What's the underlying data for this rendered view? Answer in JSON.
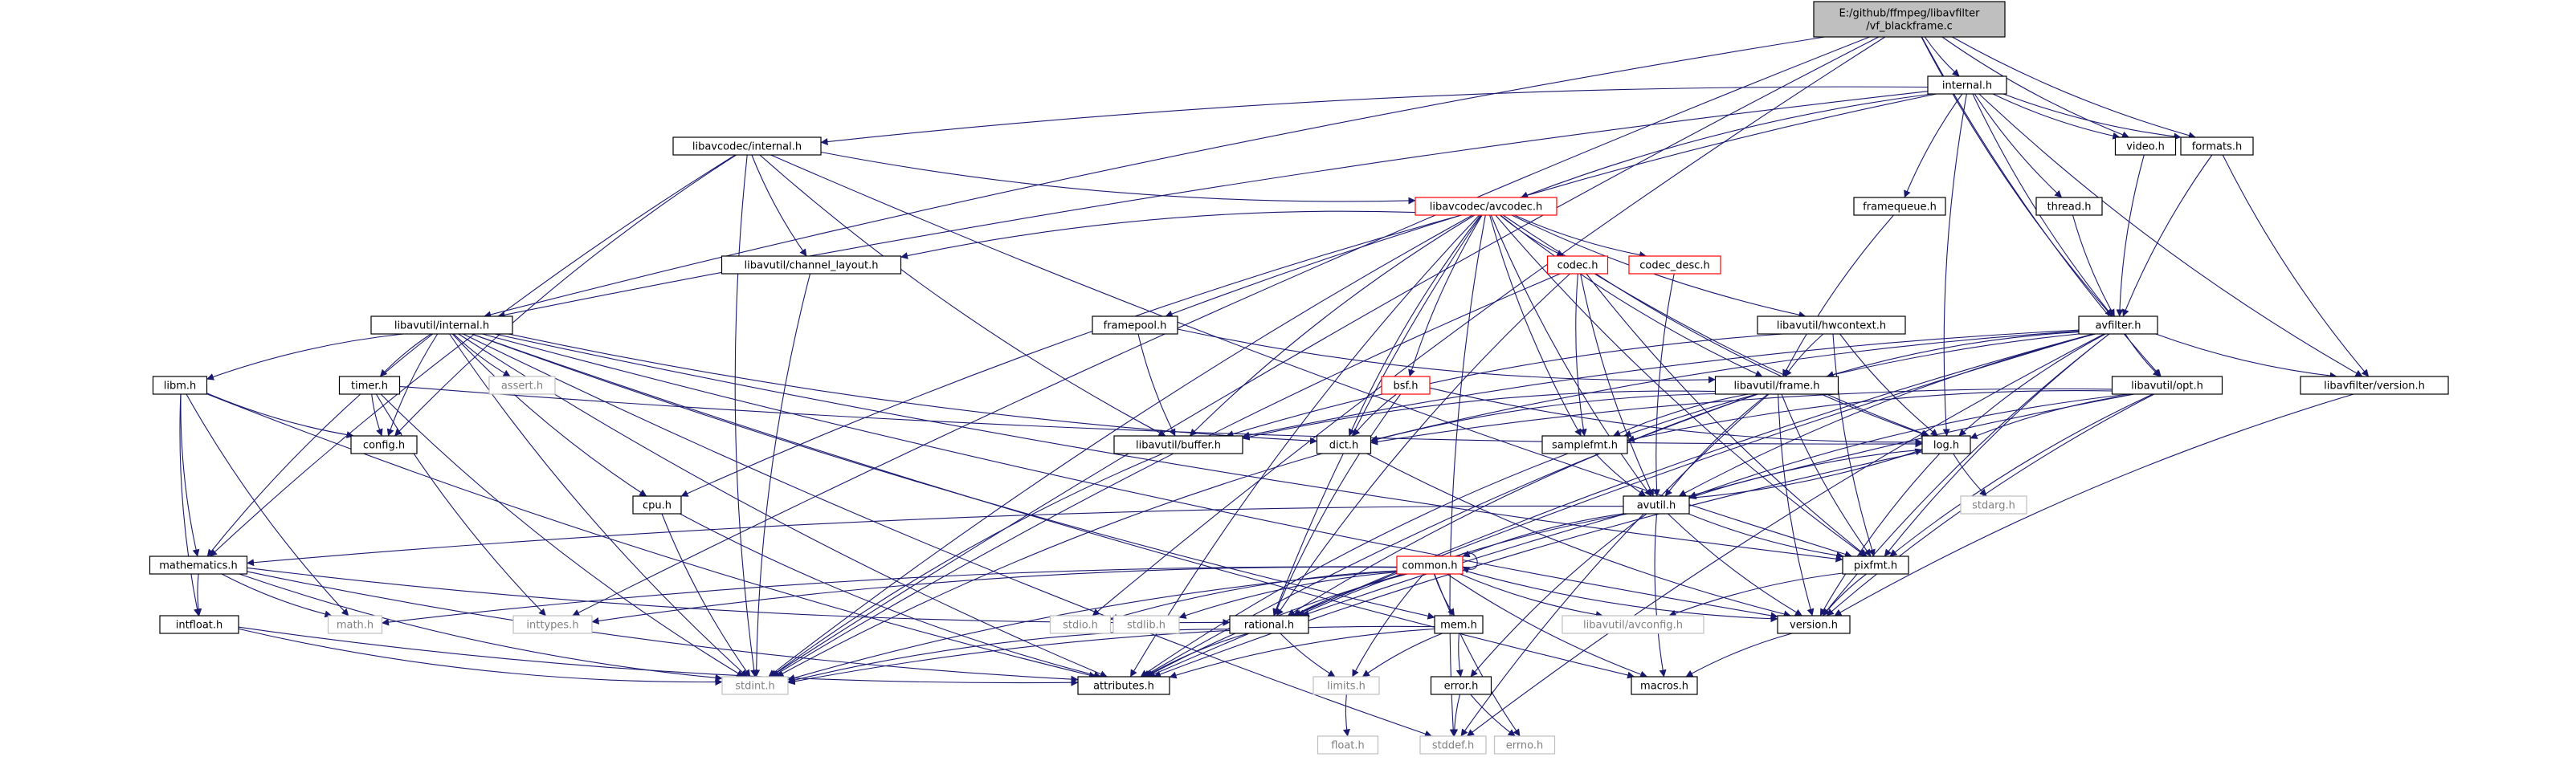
{
  "graph": {
    "root": "n0",
    "colors": {
      "edge": "#191970",
      "node_border": "#000000",
      "node_border_missing": "#bfbfbf",
      "node_border_truncated": "#ff0000",
      "node_text": "#000000",
      "node_text_missing": "#808080",
      "root_fill": "#bfbfbf",
      "node_fill": "#ffffff"
    },
    "nodes": [
      {
        "id": "n0",
        "label": "E:/github/ffmpeg/libavfilter\n/vf_blackframe.c",
        "style": "root"
      },
      {
        "id": "n1",
        "label": "internal.h",
        "style": "normal"
      },
      {
        "id": "n2",
        "label": "video.h",
        "style": "normal"
      },
      {
        "id": "n3",
        "label": "formats.h",
        "style": "normal"
      },
      {
        "id": "n4",
        "label": "libavcodec/internal.h",
        "style": "normal"
      },
      {
        "id": "n5",
        "label": "framequeue.h",
        "style": "normal"
      },
      {
        "id": "n6",
        "label": "thread.h",
        "style": "normal"
      },
      {
        "id": "n7",
        "label": "libavcodec/avcodec.h",
        "style": "truncated"
      },
      {
        "id": "n8",
        "label": "libavutil/channel_layout.h",
        "style": "normal"
      },
      {
        "id": "n9",
        "label": "codec.h",
        "style": "truncated"
      },
      {
        "id": "n10",
        "label": "codec_desc.h",
        "style": "truncated"
      },
      {
        "id": "n11",
        "label": "libavutil/internal.h",
        "style": "normal"
      },
      {
        "id": "n12",
        "label": "framepool.h",
        "style": "normal"
      },
      {
        "id": "n13",
        "label": "libavutil/hwcontext.h",
        "style": "normal"
      },
      {
        "id": "n14",
        "label": "avfilter.h",
        "style": "normal"
      },
      {
        "id": "n15",
        "label": "libm.h",
        "style": "normal"
      },
      {
        "id": "n16",
        "label": "timer.h",
        "style": "normal"
      },
      {
        "id": "n17",
        "label": "assert.h",
        "style": "missing"
      },
      {
        "id": "n18",
        "label": "bsf.h",
        "style": "truncated"
      },
      {
        "id": "n19",
        "label": "libavutil/frame.h",
        "style": "normal"
      },
      {
        "id": "n20",
        "label": "libavutil/opt.h",
        "style": "normal"
      },
      {
        "id": "n21",
        "label": "libavfilter/version.h",
        "style": "normal"
      },
      {
        "id": "n22",
        "label": "config.h",
        "style": "normal"
      },
      {
        "id": "n23",
        "label": "libavutil/buffer.h",
        "style": "normal"
      },
      {
        "id": "n24",
        "label": "dict.h",
        "style": "normal"
      },
      {
        "id": "n25",
        "label": "samplefmt.h",
        "style": "normal"
      },
      {
        "id": "n26",
        "label": "log.h",
        "style": "normal"
      },
      {
        "id": "n27",
        "label": "cpu.h",
        "style": "normal"
      },
      {
        "id": "n28",
        "label": "avutil.h",
        "style": "normal"
      },
      {
        "id": "n29",
        "label": "stdarg.h",
        "style": "missing"
      },
      {
        "id": "n30",
        "label": "mathematics.h",
        "style": "normal"
      },
      {
        "id": "n31",
        "label": "common.h",
        "style": "truncated"
      },
      {
        "id": "n32",
        "label": "pixfmt.h",
        "style": "normal"
      },
      {
        "id": "n33",
        "label": "intfloat.h",
        "style": "normal"
      },
      {
        "id": "n34",
        "label": "math.h",
        "style": "missing"
      },
      {
        "id": "n35",
        "label": "inttypes.h",
        "style": "missing"
      },
      {
        "id": "n36",
        "label": "stdio.h",
        "style": "missing"
      },
      {
        "id": "n37",
        "label": "stdlib.h",
        "style": "missing"
      },
      {
        "id": "n38",
        "label": "rational.h",
        "style": "normal"
      },
      {
        "id": "n39",
        "label": "libavutil/avconfig.h",
        "style": "missing"
      },
      {
        "id": "n40",
        "label": "version.h",
        "style": "normal"
      },
      {
        "id": "n41",
        "label": "mem.h",
        "style": "normal"
      },
      {
        "id": "n42",
        "label": "stdint.h",
        "style": "missing"
      },
      {
        "id": "n43",
        "label": "attributes.h",
        "style": "normal"
      },
      {
        "id": "n44",
        "label": "limits.h",
        "style": "missing"
      },
      {
        "id": "n45",
        "label": "error.h",
        "style": "normal"
      },
      {
        "id": "n46",
        "label": "macros.h",
        "style": "normal"
      },
      {
        "id": "n47",
        "label": "float.h",
        "style": "missing"
      },
      {
        "id": "n48",
        "label": "stddef.h",
        "style": "missing"
      },
      {
        "id": "n49",
        "label": "errno.h",
        "style": "missing"
      }
    ],
    "edges": [
      [
        "n0",
        "n1"
      ],
      [
        "n0",
        "n2"
      ],
      [
        "n0",
        "n3"
      ],
      [
        "n0",
        "n14"
      ],
      [
        "n0",
        "n20"
      ],
      [
        "n0",
        "n11"
      ],
      [
        "n0",
        "n35"
      ],
      [
        "n0",
        "n36"
      ],
      [
        "n0",
        "n42"
      ],
      [
        "n1",
        "n2"
      ],
      [
        "n1",
        "n3"
      ],
      [
        "n1",
        "n4"
      ],
      [
        "n1",
        "n5"
      ],
      [
        "n1",
        "n6"
      ],
      [
        "n1",
        "n7"
      ],
      [
        "n1",
        "n11"
      ],
      [
        "n1",
        "n12"
      ],
      [
        "n1",
        "n14"
      ],
      [
        "n1",
        "n21"
      ],
      [
        "n2",
        "n14"
      ],
      [
        "n3",
        "n14"
      ],
      [
        "n3",
        "n21"
      ],
      [
        "n5",
        "n19"
      ],
      [
        "n6",
        "n14"
      ],
      [
        "n4",
        "n7"
      ],
      [
        "n4",
        "n8"
      ],
      [
        "n4",
        "n22"
      ],
      [
        "n4",
        "n23"
      ],
      [
        "n4",
        "n30"
      ],
      [
        "n4",
        "n32"
      ],
      [
        "n4",
        "n42"
      ],
      [
        "n7",
        "n8"
      ],
      [
        "n7",
        "n9"
      ],
      [
        "n7",
        "n10"
      ],
      [
        "n7",
        "n13"
      ],
      [
        "n7",
        "n18"
      ],
      [
        "n7",
        "n19"
      ],
      [
        "n7",
        "n23"
      ],
      [
        "n7",
        "n24"
      ],
      [
        "n7",
        "n25"
      ],
      [
        "n7",
        "n26"
      ],
      [
        "n7",
        "n27"
      ],
      [
        "n7",
        "n28"
      ],
      [
        "n7",
        "n32"
      ],
      [
        "n7",
        "n38"
      ],
      [
        "n7",
        "n42"
      ],
      [
        "n7",
        "n43"
      ],
      [
        "n7",
        "n48"
      ],
      [
        "n8",
        "n42"
      ],
      [
        "n9",
        "n25"
      ],
      [
        "n9",
        "n28"
      ],
      [
        "n9",
        "n26"
      ],
      [
        "n9",
        "n32"
      ],
      [
        "n9",
        "n38"
      ],
      [
        "n9",
        "n42"
      ],
      [
        "n10",
        "n28"
      ],
      [
        "n11",
        "n15"
      ],
      [
        "n11",
        "n16"
      ],
      [
        "n11",
        "n17"
      ],
      [
        "n11",
        "n22"
      ],
      [
        "n11",
        "n27"
      ],
      [
        "n11",
        "n24"
      ],
      [
        "n11",
        "n30"
      ],
      [
        "n11",
        "n32"
      ],
      [
        "n11",
        "n40"
      ],
      [
        "n11",
        "n41"
      ],
      [
        "n11",
        "n42"
      ],
      [
        "n11",
        "n43"
      ],
      [
        "n11",
        "n46"
      ],
      [
        "n11",
        "n48"
      ],
      [
        "n12",
        "n23"
      ],
      [
        "n12",
        "n19"
      ],
      [
        "n13",
        "n23"
      ],
      [
        "n13",
        "n19"
      ],
      [
        "n13",
        "n26"
      ],
      [
        "n13",
        "n32"
      ],
      [
        "n14",
        "n19"
      ],
      [
        "n14",
        "n20"
      ],
      [
        "n14",
        "n21"
      ],
      [
        "n14",
        "n24"
      ],
      [
        "n14",
        "n25"
      ],
      [
        "n14",
        "n26"
      ],
      [
        "n14",
        "n28"
      ],
      [
        "n14",
        "n32"
      ],
      [
        "n14",
        "n38"
      ],
      [
        "n14",
        "n40"
      ],
      [
        "n14",
        "n43"
      ],
      [
        "n14",
        "n48"
      ],
      [
        "n15",
        "n22"
      ],
      [
        "n15",
        "n30"
      ],
      [
        "n15",
        "n33"
      ],
      [
        "n15",
        "n34"
      ],
      [
        "n15",
        "n43"
      ],
      [
        "n16",
        "n22"
      ],
      [
        "n16",
        "n26"
      ],
      [
        "n16",
        "n35"
      ],
      [
        "n16",
        "n42"
      ],
      [
        "n18",
        "n24"
      ],
      [
        "n18",
        "n38"
      ],
      [
        "n18",
        "n26"
      ],
      [
        "n19",
        "n23"
      ],
      [
        "n19",
        "n24"
      ],
      [
        "n19",
        "n25"
      ],
      [
        "n19",
        "n28"
      ],
      [
        "n19",
        "n32"
      ],
      [
        "n19",
        "n38"
      ],
      [
        "n19",
        "n40"
      ],
      [
        "n19",
        "n43"
      ],
      [
        "n19",
        "n48"
      ],
      [
        "n20",
        "n24"
      ],
      [
        "n20",
        "n26"
      ],
      [
        "n20",
        "n28"
      ],
      [
        "n20",
        "n25"
      ],
      [
        "n20",
        "n32"
      ],
      [
        "n20",
        "n38"
      ],
      [
        "n20",
        "n40"
      ],
      [
        "n21",
        "n40"
      ],
      [
        "n23",
        "n42"
      ],
      [
        "n24",
        "n42"
      ],
      [
        "n24",
        "n40"
      ],
      [
        "n25",
        "n28"
      ],
      [
        "n25",
        "n43"
      ],
      [
        "n26",
        "n28"
      ],
      [
        "n26",
        "n29"
      ],
      [
        "n26",
        "n40"
      ],
      [
        "n26",
        "n43"
      ],
      [
        "n27",
        "n42"
      ],
      [
        "n27",
        "n43"
      ],
      [
        "n28",
        "n26"
      ],
      [
        "n28",
        "n30"
      ],
      [
        "n28",
        "n31"
      ],
      [
        "n28",
        "n32"
      ],
      [
        "n28",
        "n40"
      ],
      [
        "n28",
        "n45"
      ],
      [
        "n28",
        "n46"
      ],
      [
        "n28",
        "n38"
      ],
      [
        "n30",
        "n33"
      ],
      [
        "n30",
        "n34"
      ],
      [
        "n30",
        "n38"
      ],
      [
        "n30",
        "n42"
      ],
      [
        "n30",
        "n43"
      ],
      [
        "n31",
        "n31"
      ],
      [
        "n31",
        "n34"
      ],
      [
        "n31",
        "n35"
      ],
      [
        "n31",
        "n36"
      ],
      [
        "n31",
        "n37"
      ],
      [
        "n31",
        "n38"
      ],
      [
        "n31",
        "n39"
      ],
      [
        "n31",
        "n40"
      ],
      [
        "n31",
        "n41"
      ],
      [
        "n31",
        "n42"
      ],
      [
        "n31",
        "n43"
      ],
      [
        "n31",
        "n44"
      ],
      [
        "n31",
        "n46"
      ],
      [
        "n31",
        "n49"
      ],
      [
        "n32",
        "n40"
      ],
      [
        "n32",
        "n39"
      ],
      [
        "n33",
        "n42"
      ],
      [
        "n33",
        "n43"
      ],
      [
        "n38",
        "n42"
      ],
      [
        "n38",
        "n43"
      ],
      [
        "n38",
        "n44"
      ],
      [
        "n40",
        "n46"
      ],
      [
        "n41",
        "n42"
      ],
      [
        "n41",
        "n43"
      ],
      [
        "n41",
        "n44"
      ],
      [
        "n41",
        "n45"
      ],
      [
        "n44",
        "n47"
      ],
      [
        "n45",
        "n48"
      ],
      [
        "n45",
        "n49"
      ],
      [
        "n1",
        "n26"
      ],
      [
        "n14",
        "n23"
      ]
    ]
  }
}
